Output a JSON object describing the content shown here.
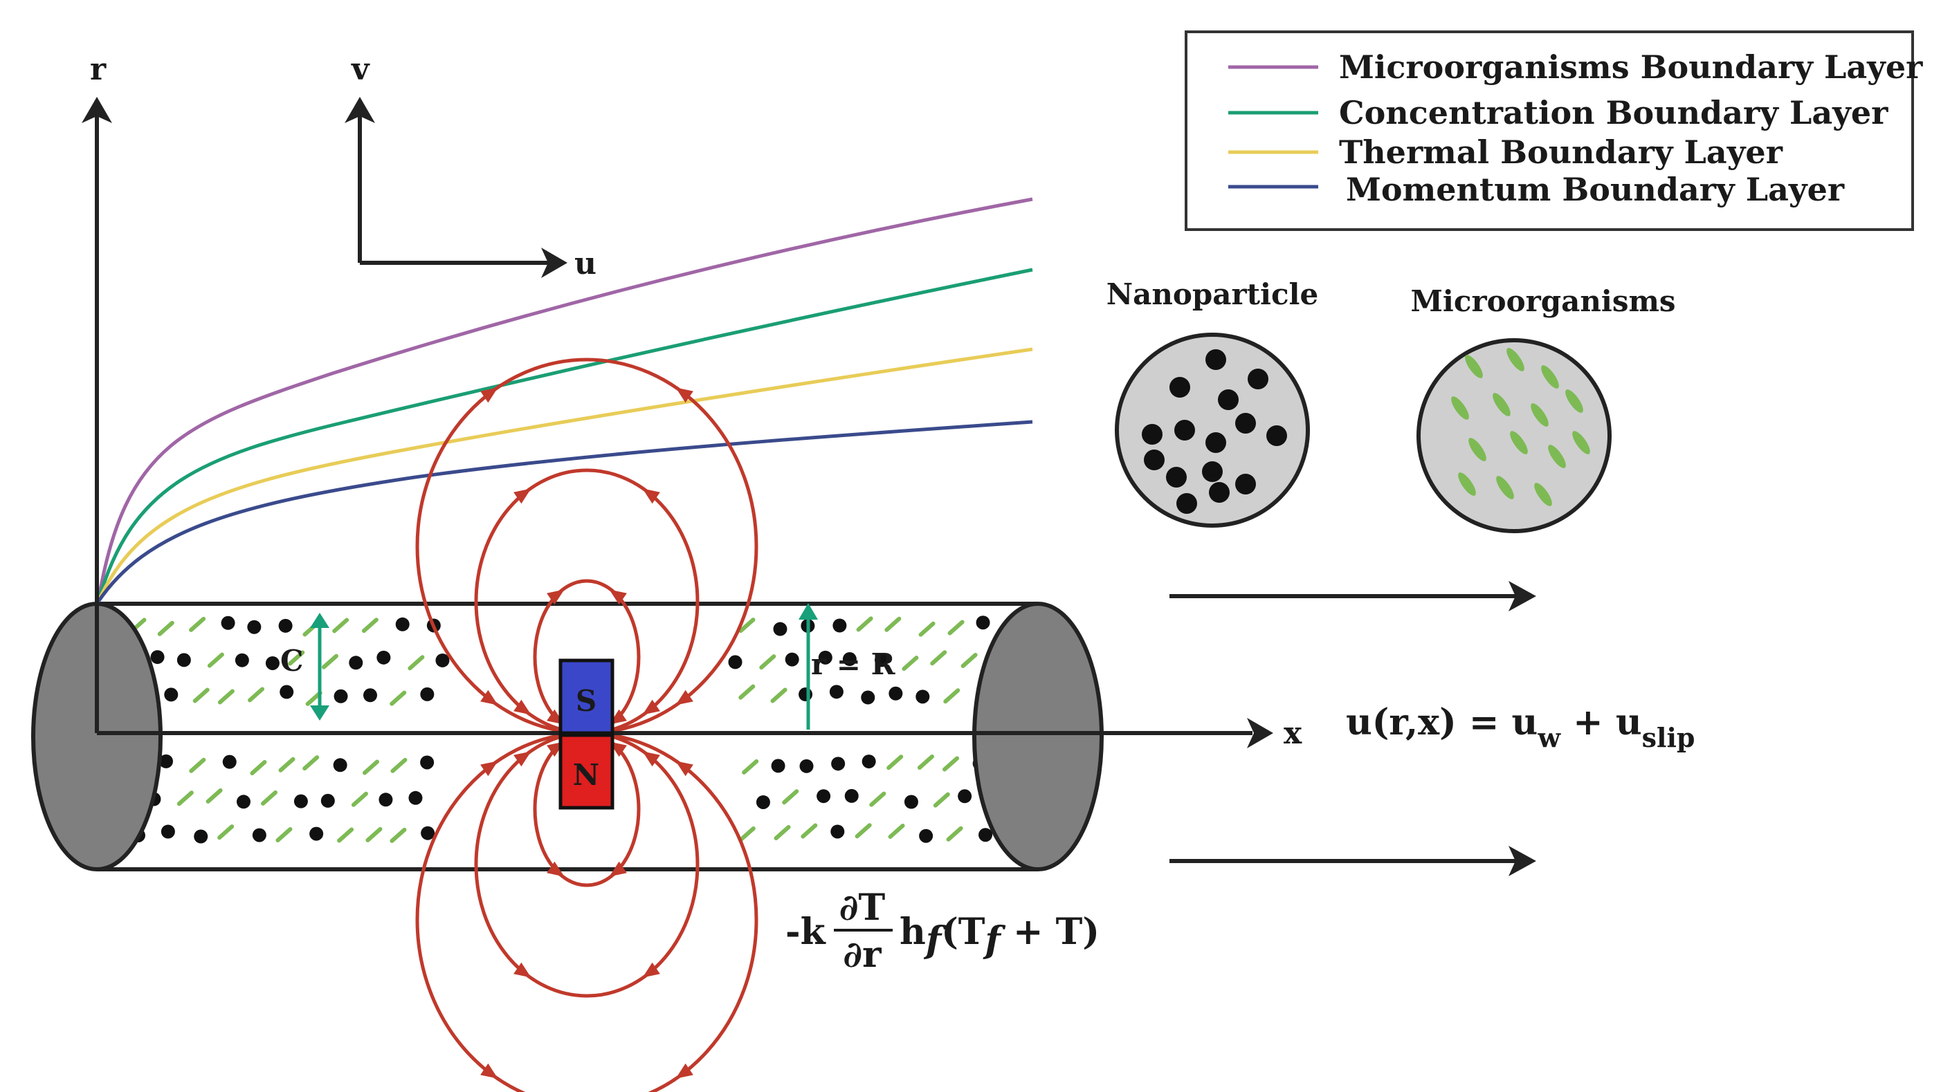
{
  "legend": {
    "items": [
      {
        "label": "Microorganisms Boundary Layer",
        "color": "#a066a6"
      },
      {
        "label": "Concentration Boundary Layer",
        "color": "#1a9e74"
      },
      {
        "label": "Thermal Boundary Layer",
        "color": "#e8cc57"
      },
      {
        "label": "Momentum Boundary Layer",
        "color": "#3a4a8c"
      }
    ]
  },
  "axes": {
    "r_label": "r",
    "v_label": "v",
    "u_label": "u",
    "x_label": "x"
  },
  "labels": {
    "nanoparticle": "Nanoparticle",
    "microorganisms": "Microorganisms",
    "concentration_marker": "C",
    "radius_marker": "r = R",
    "magnet_south": "S",
    "magnet_north": "N"
  },
  "formulas": {
    "velocity_main": "u(r,x) = u",
    "velocity_sub_w": "w",
    "velocity_plus": " + u",
    "velocity_sub_slip": "slip",
    "heat_prefix": "-k",
    "heat_num": "∂T",
    "heat_den": "∂r",
    "heat_h": "h",
    "heat_f1": "f",
    "heat_open": "(T",
    "heat_f2": "f",
    "heat_close": " + T)"
  },
  "colors": {
    "field_lines": "#c0392b",
    "magnet_south": "#3b47c9",
    "magnet_north": "#e01f1f",
    "particle": "#111111",
    "microbe": "#7dba54",
    "cap": "#7f7f7f",
    "marker_arrow": "#18a07a"
  }
}
